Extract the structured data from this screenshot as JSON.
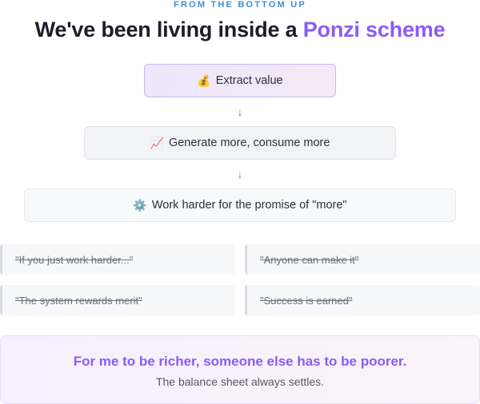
{
  "header": {
    "eyebrow": "FROM THE BOTTOM UP",
    "title_prefix": "We've been living inside a ",
    "title_accent": "Ponzi scheme"
  },
  "steps": [
    {
      "icon": "💰",
      "icon_name": "money-bag-icon",
      "label": "Extract value"
    },
    {
      "icon": "📈",
      "icon_name": "chart-increasing-icon",
      "label": "Generate more, consume more"
    },
    {
      "icon": "⚙️",
      "icon_name": "gear-icon",
      "label": "Work harder for the promise of \"more\""
    }
  ],
  "arrow_glyph": "↓",
  "myths": [
    "\"If you just work harder...\"",
    "\"Anyone can make it\"",
    "\"The system rewards merit\"",
    "\"Success is earned\""
  ],
  "callout": {
    "main": "For me to be richer, someone else has to be poorer.",
    "sub": "The balance sheet always settles."
  },
  "colors": {
    "accent": "#8b5cf6",
    "eyebrow": "#3b8ed6",
    "title": "#1c1d2b"
  }
}
